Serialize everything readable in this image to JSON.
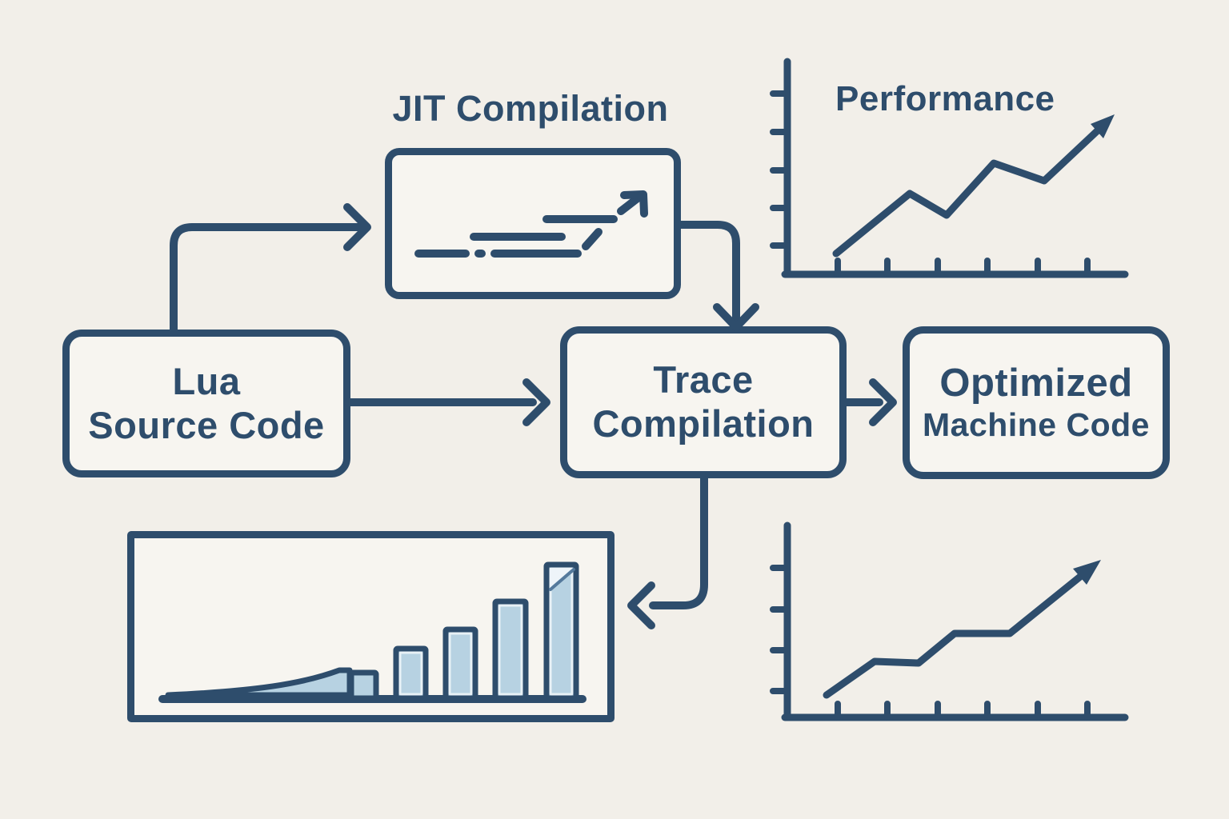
{
  "labels": {
    "jit_compilation": "JIT Compilation",
    "performance": "Performance"
  },
  "nodes": {
    "lua": {
      "line1": "Lua",
      "line2": "Source Code"
    },
    "trace": {
      "line1": "Trace",
      "line2": "Compilation"
    },
    "optimized": {
      "line1": "Optimized",
      "line2": "Machine Code"
    }
  },
  "icons": {
    "jit_box_icon": "dashed-speed-lines-up-right-arrow-icon",
    "flow_arrows": [
      "arrow-lua-to-jit",
      "arrow-jit-to-trace",
      "arrow-lua-to-trace",
      "arrow-trace-to-optimized",
      "arrow-trace-to-bar-chart"
    ]
  },
  "colors": {
    "ink": "#2e4d6c",
    "bg": "#f2efe9",
    "box_fill": "#f7f5f0",
    "bar_fill": "#b7d2e2",
    "bar_highlight": "#e8f1f6",
    "fold_light": "#eef4f9",
    "fold_shadow": "#54799c"
  },
  "chart_data": [
    {
      "id": "performance-line-chart",
      "type": "line",
      "title": "Performance",
      "x": [
        0,
        1,
        2,
        3,
        4,
        5
      ],
      "y": [
        0.1,
        0.38,
        0.28,
        0.52,
        0.44,
        0.75
      ],
      "x_tick_count": 6,
      "y_tick_count": 5,
      "tick_labels": "none",
      "line_ends_in_arrow": true,
      "legend": "none",
      "grid": false
    },
    {
      "id": "growth-bar-chart",
      "type": "bar",
      "title": "",
      "categories": [
        "1",
        "2",
        "3",
        "4",
        "5"
      ],
      "values": [
        0.15,
        0.29,
        0.4,
        0.55,
        0.76
      ],
      "leading_area_ramp": true,
      "tick_labels": "none",
      "grid": false
    },
    {
      "id": "speedup-line-chart",
      "type": "line",
      "title": "",
      "x": [
        0,
        1,
        2,
        3,
        4,
        5
      ],
      "y": [
        0.12,
        0.29,
        0.28,
        0.44,
        0.44,
        0.82
      ],
      "x_tick_count": 6,
      "y_tick_count": 4,
      "tick_labels": "none",
      "line_ends_in_arrow": true,
      "legend": "none",
      "grid": false
    }
  ]
}
